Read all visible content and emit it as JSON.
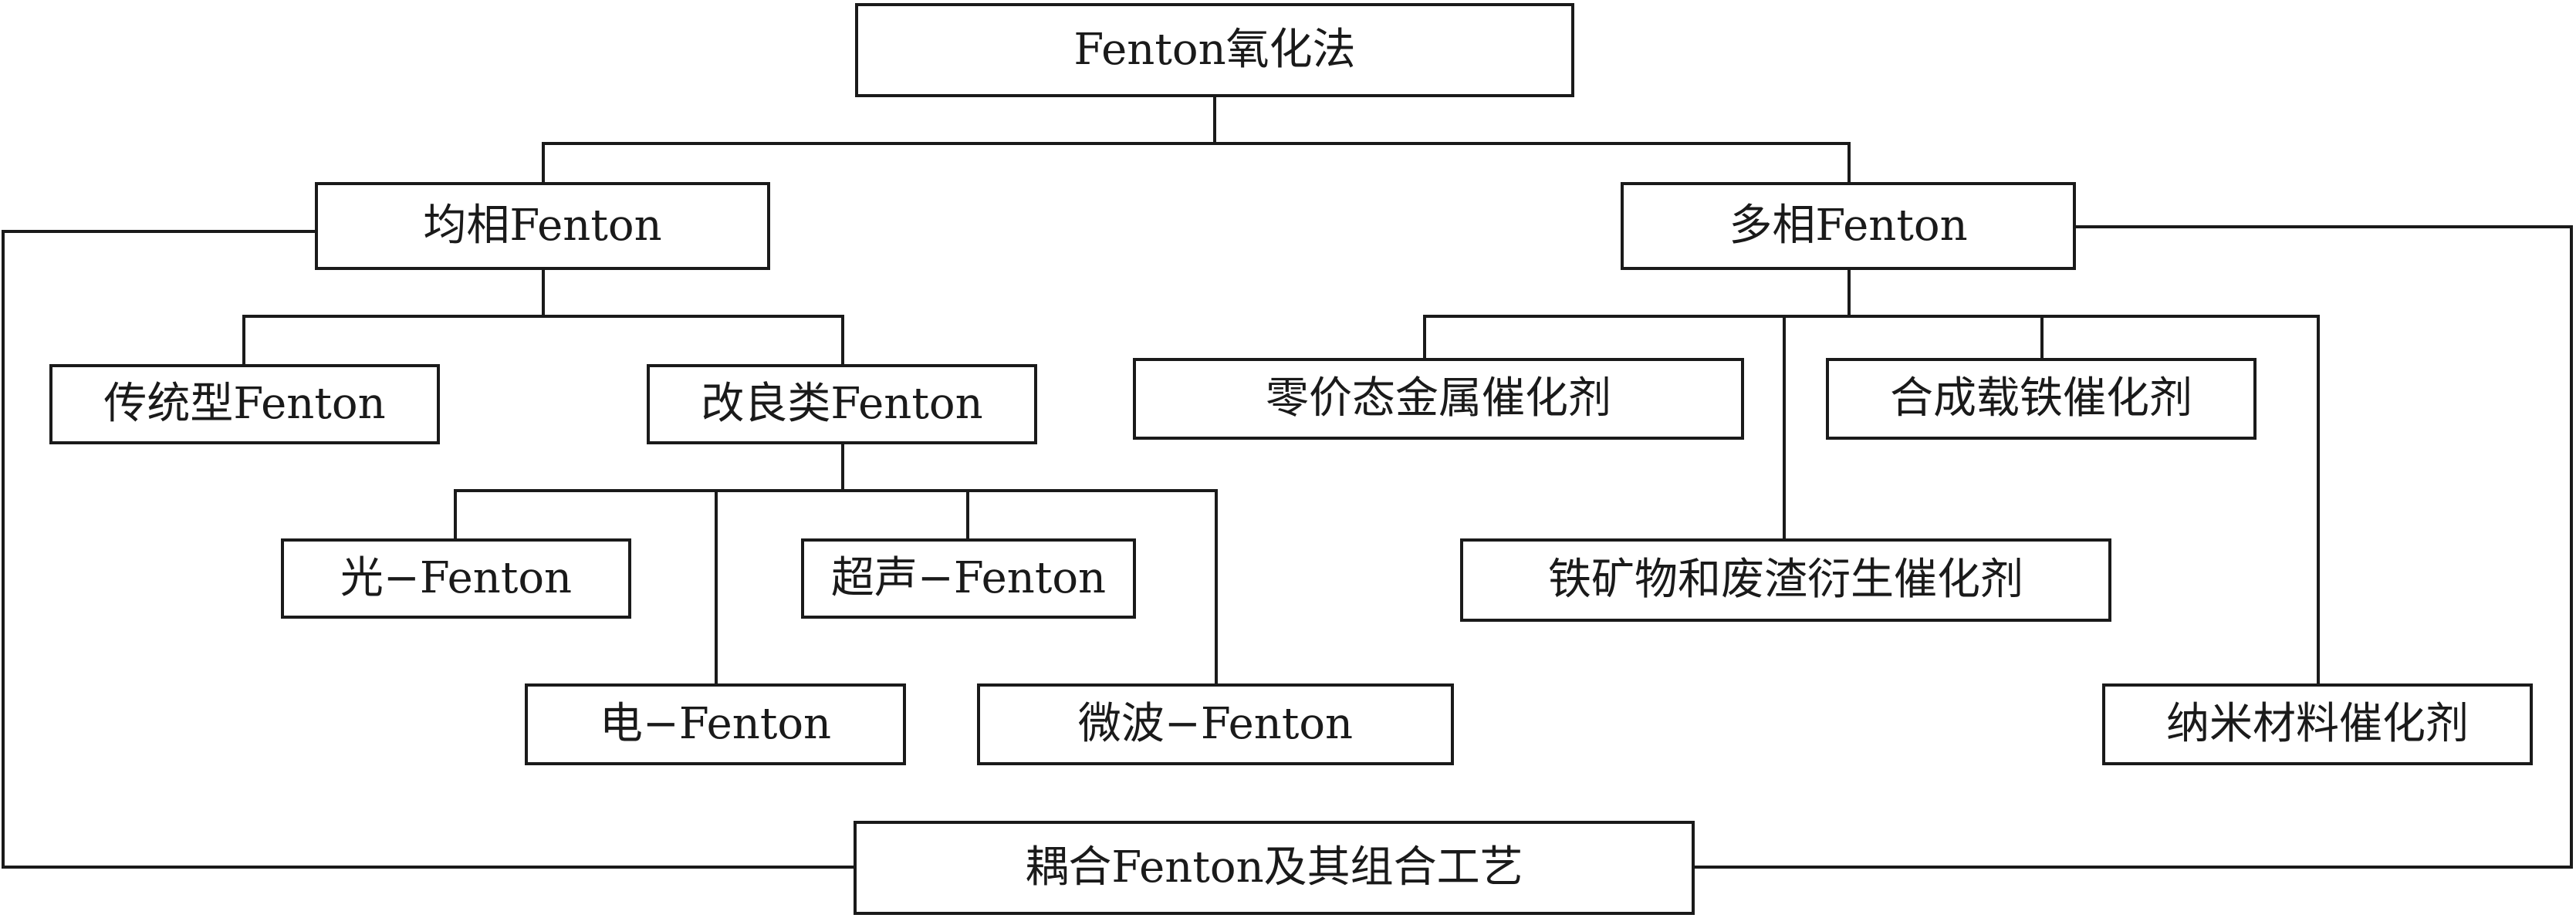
{
  "diagram": {
    "root": "Fenton氧化法",
    "homogeneous": "均相Fenton",
    "heterogeneous": "多相Fenton",
    "traditional": "传统型Fenton",
    "improved": "改良类Fenton",
    "photo": "光−Fenton",
    "sono": "超声−Fenton",
    "electro": "电−Fenton",
    "microwave": "微波−Fenton",
    "zero_valent_metal": "零价态金属催化剂",
    "synthetic_iron": "合成载铁催化剂",
    "mineral_waste": "铁矿物和废渣衍生催化剂",
    "nano": "纳米材料催化剂",
    "coupled": "耦合Fenton及其组合工艺"
  }
}
